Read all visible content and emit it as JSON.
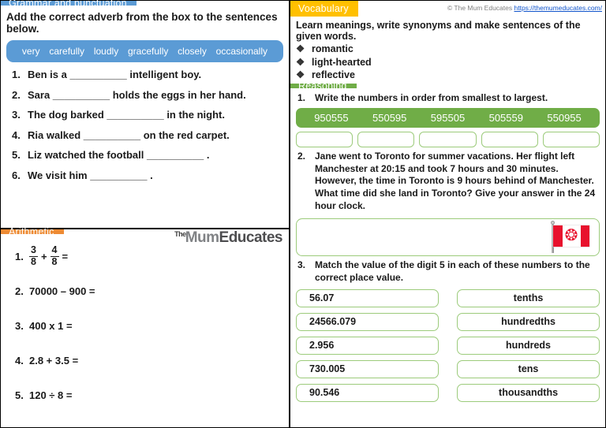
{
  "grammar": {
    "tab_label": "Grammar and punctuation",
    "instruction": "Add the correct adverb from the box to the sentences below.",
    "word_bank": [
      "very",
      "carefully",
      "loudly",
      "gracefully",
      "closely",
      "occasionally"
    ],
    "questions": [
      {
        "num": "1.",
        "text": "Ben is a __________ intelligent boy."
      },
      {
        "num": "2.",
        "text": "Sara __________ holds the eggs in her hand."
      },
      {
        "num": "3.",
        "text": "The dog barked __________ in the night."
      },
      {
        "num": "4.",
        "text": "Ria walked __________ on the red carpet."
      },
      {
        "num": "5.",
        "text": "Liz watched the football __________ ."
      },
      {
        "num": "6.",
        "text": "We visit him __________ ."
      }
    ]
  },
  "arithmetic": {
    "tab_label": "Arithmetic",
    "logo": {
      "the": "The",
      "mum": "Mum",
      "educates": "Educates"
    },
    "questions": [
      {
        "num": "1.",
        "type": "fraction",
        "n1": "3",
        "d1": "8",
        "op": "+",
        "n2": "4",
        "d2": "8",
        "equals": "="
      },
      {
        "num": "2.",
        "type": "plain",
        "text": "70000 – 900 ="
      },
      {
        "num": "3.",
        "type": "plain",
        "text": "400 x 1 ="
      },
      {
        "num": "4.",
        "type": "plain",
        "text": "2.8 + 3.5 ="
      },
      {
        "num": "5.",
        "type": "plain",
        "text": "120 ÷ 8 ="
      }
    ]
  },
  "vocabulary": {
    "tab_label": "Vocabulary",
    "copyright": "© The Mum Educates",
    "url": "https://themumeducates.com/",
    "lead": "Learn meanings, write synonyms and make sentences of the given words.",
    "bullet_glyph": "❖",
    "words": [
      "romantic",
      "light-hearted",
      "reflective"
    ]
  },
  "reasoning": {
    "tab_label": "Reasoning",
    "q1": {
      "num": "1.",
      "text": "Write the numbers in order from smallest to largest.",
      "numbers": [
        "950555",
        "550595",
        "595505",
        "505559",
        "550955"
      ],
      "answer_slots": 5
    },
    "q2": {
      "num": "2.",
      "text": "Jane went to Toronto for summer vacations. Her flight left Manchester at 20:15 and took 7 hours and 30 minutes. However, the time in Toronto is 9 hours behind of Manchester. What time did she land in Toronto? Give your answer in the 24 hour clock.",
      "flag": "canada-flag",
      "maple_glyph": "🍁"
    },
    "q3": {
      "num": "3.",
      "text": "Match the value of the digit 5 in each of these numbers to the correct place value.",
      "numbers": [
        "56.07",
        "24566.079",
        "2.956",
        "730.005",
        "90.546"
      ],
      "place_values": [
        "tenths",
        "hundredths",
        "hundreds",
        "tens",
        "thousandths"
      ]
    }
  },
  "colors": {
    "blue": "#5B9BD5",
    "orange": "#ED8B34",
    "yellow": "#FFC000",
    "green": "#70AD47",
    "box_border": "#9CCB7B",
    "link": "#1155CC"
  }
}
